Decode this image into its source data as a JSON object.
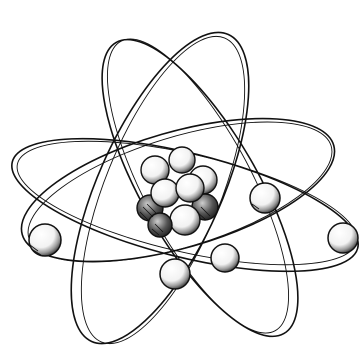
{
  "illustration": {
    "subject": "atom",
    "style": "pen sketch",
    "ink_color": "#111111",
    "background_color": "#ffffff",
    "orbit_count": 4,
    "electron_count": 5,
    "nucleus_particle_count": 9
  }
}
